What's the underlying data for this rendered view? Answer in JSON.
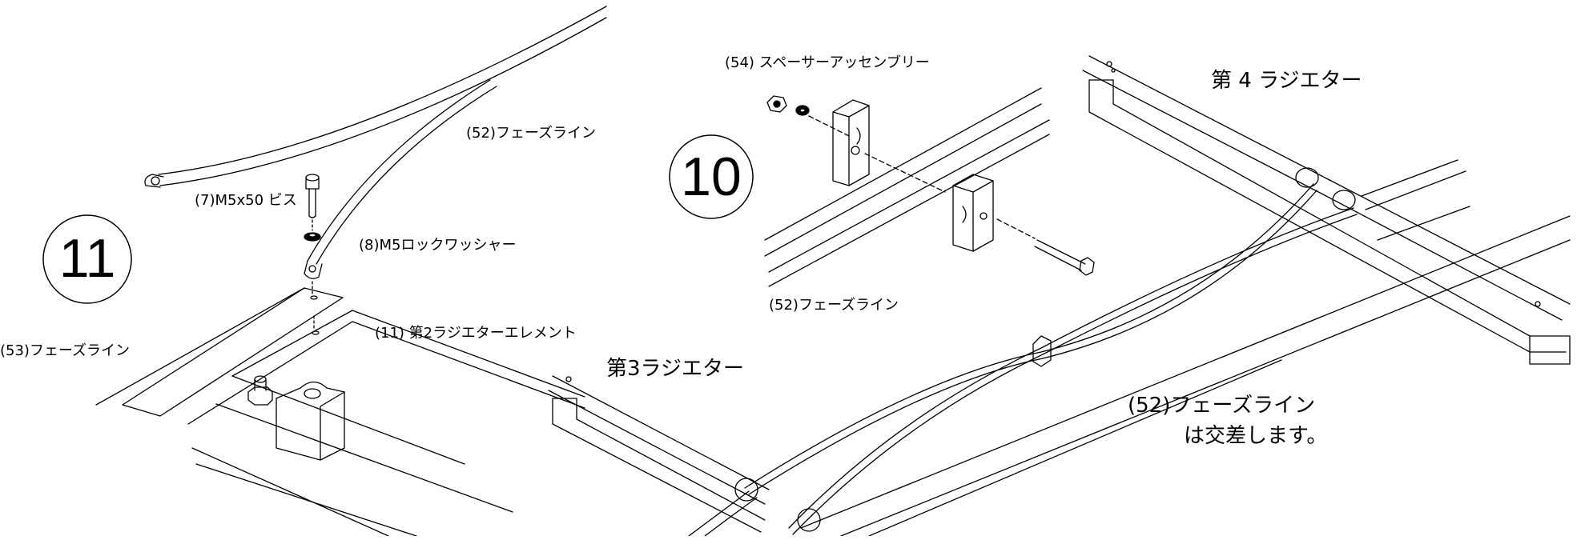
{
  "steps": [
    {
      "number": "11"
    },
    {
      "number": "10"
    }
  ],
  "labels": {
    "phase_line_52_upper": "(52)フェーズライン",
    "screw_7": "(7)M5x50 ビス",
    "lock_washer_8": "(8)M5ロックワッシャー",
    "element_11": "(11) 第2ラジエターエレメント",
    "phase_line_53": "(53)フェーズライン",
    "spacer_54": "(54) スペーサーアッセンブリー",
    "phase_line_52_mid": "(52)フェーズライン",
    "radiator_4": "第 4 ラジエター",
    "radiator_3": "第3ラジエター",
    "cross_note_line1": "(52)フェーズライン",
    "cross_note_line2": "は交差します。"
  },
  "colors": {
    "ink": "#000000",
    "background": "#ffffff"
  }
}
